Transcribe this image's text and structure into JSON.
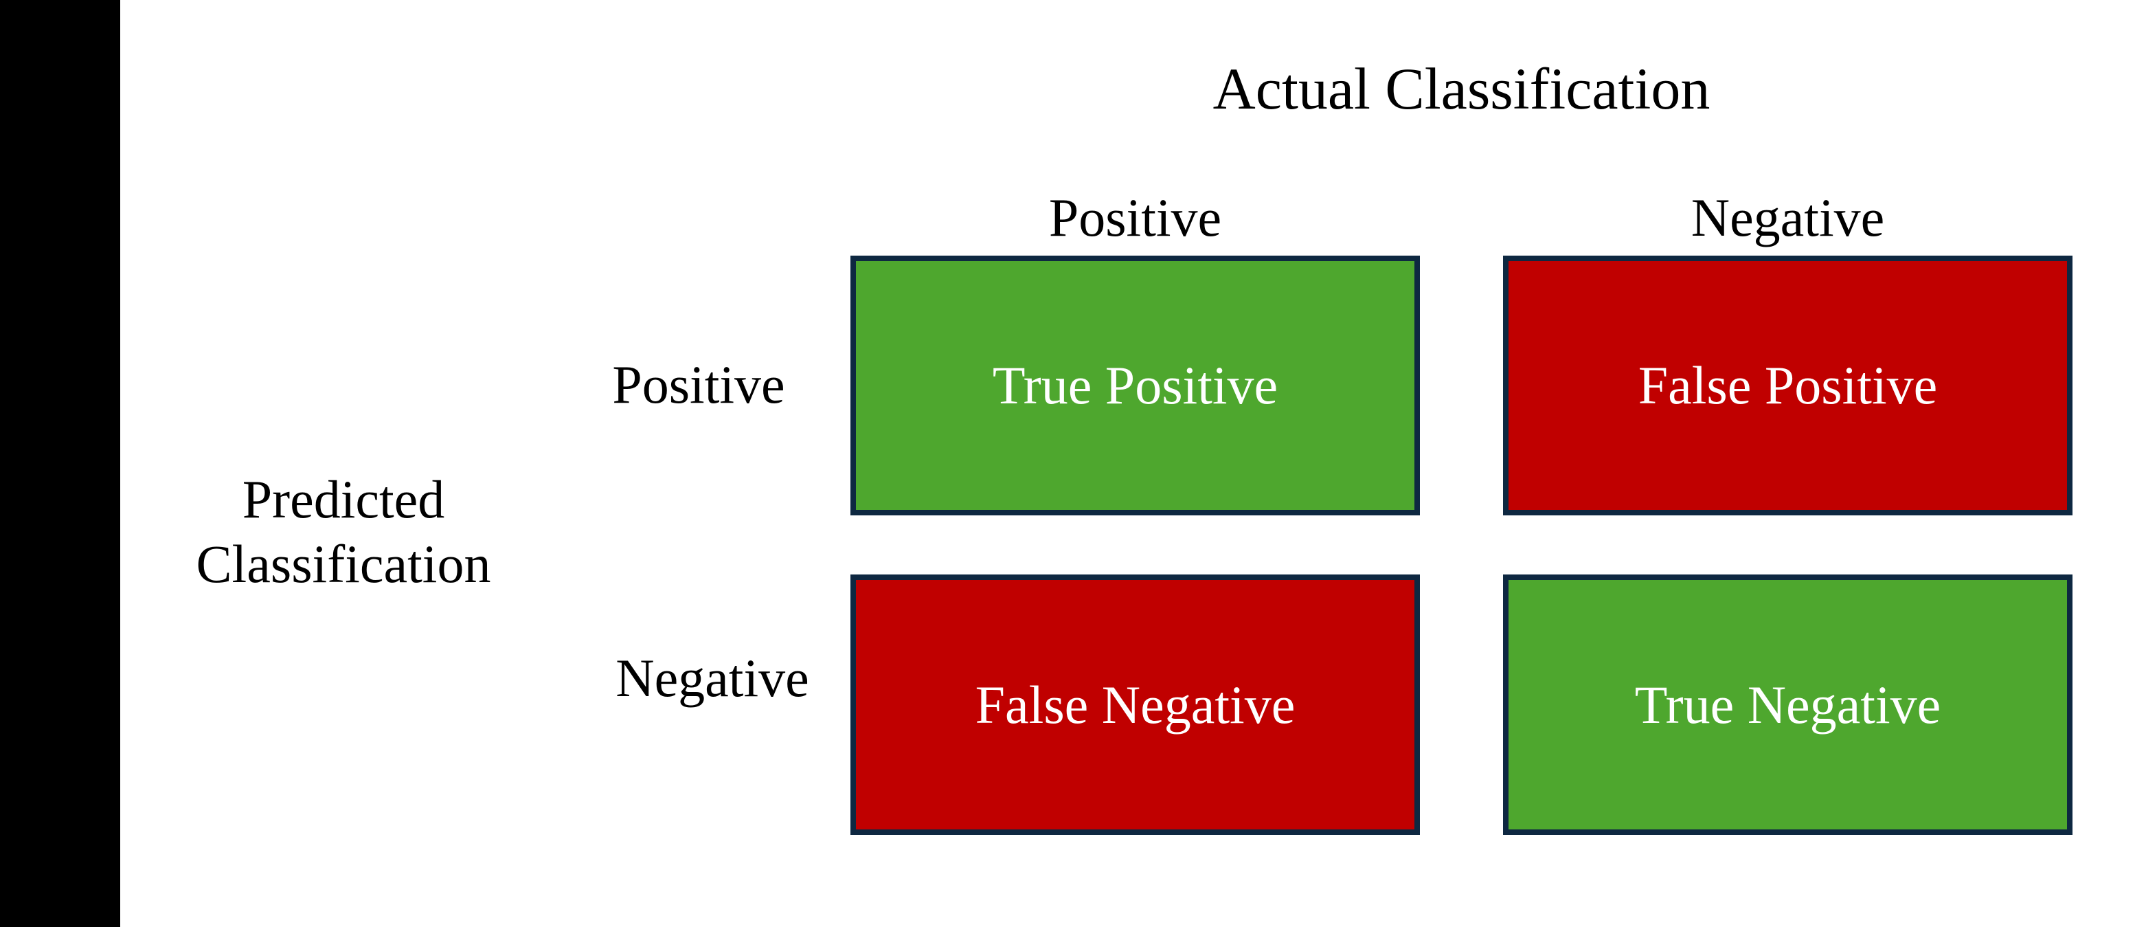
{
  "page": {
    "background": "#ffffff",
    "edge_bar_color": "#000000"
  },
  "colors": {
    "true_cell_fill": "#4ea72e",
    "false_cell_fill": "#c00000",
    "cell_border": "#0e2841",
    "cell_text": "#ffffff",
    "label_text": "#000000"
  },
  "matrix": {
    "actual_axis_title": "Actual Classification",
    "predicted_axis_title_line1": "Predicted",
    "predicted_axis_title_line2": "Classification",
    "column_headers": [
      "Positive",
      "Negative"
    ],
    "row_headers": [
      "Positive",
      "Negative"
    ],
    "cells": [
      {
        "row": "Positive",
        "column": "Positive",
        "label": "True Positive",
        "kind": "true"
      },
      {
        "row": "Positive",
        "column": "Negative",
        "label": "False Positive",
        "kind": "false"
      },
      {
        "row": "Negative",
        "column": "Positive",
        "label": "False Negative",
        "kind": "false"
      },
      {
        "row": "Negative",
        "column": "Negative",
        "label": "True Negative",
        "kind": "true"
      }
    ]
  }
}
